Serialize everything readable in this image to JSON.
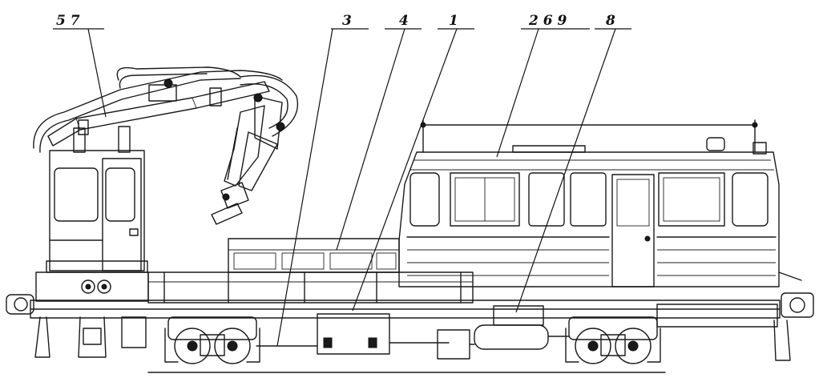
{
  "callouts": {
    "c57": "5  7",
    "c3": "3",
    "c4": "4",
    "c1": "1",
    "c269": "2  6  9",
    "c8": "8"
  }
}
